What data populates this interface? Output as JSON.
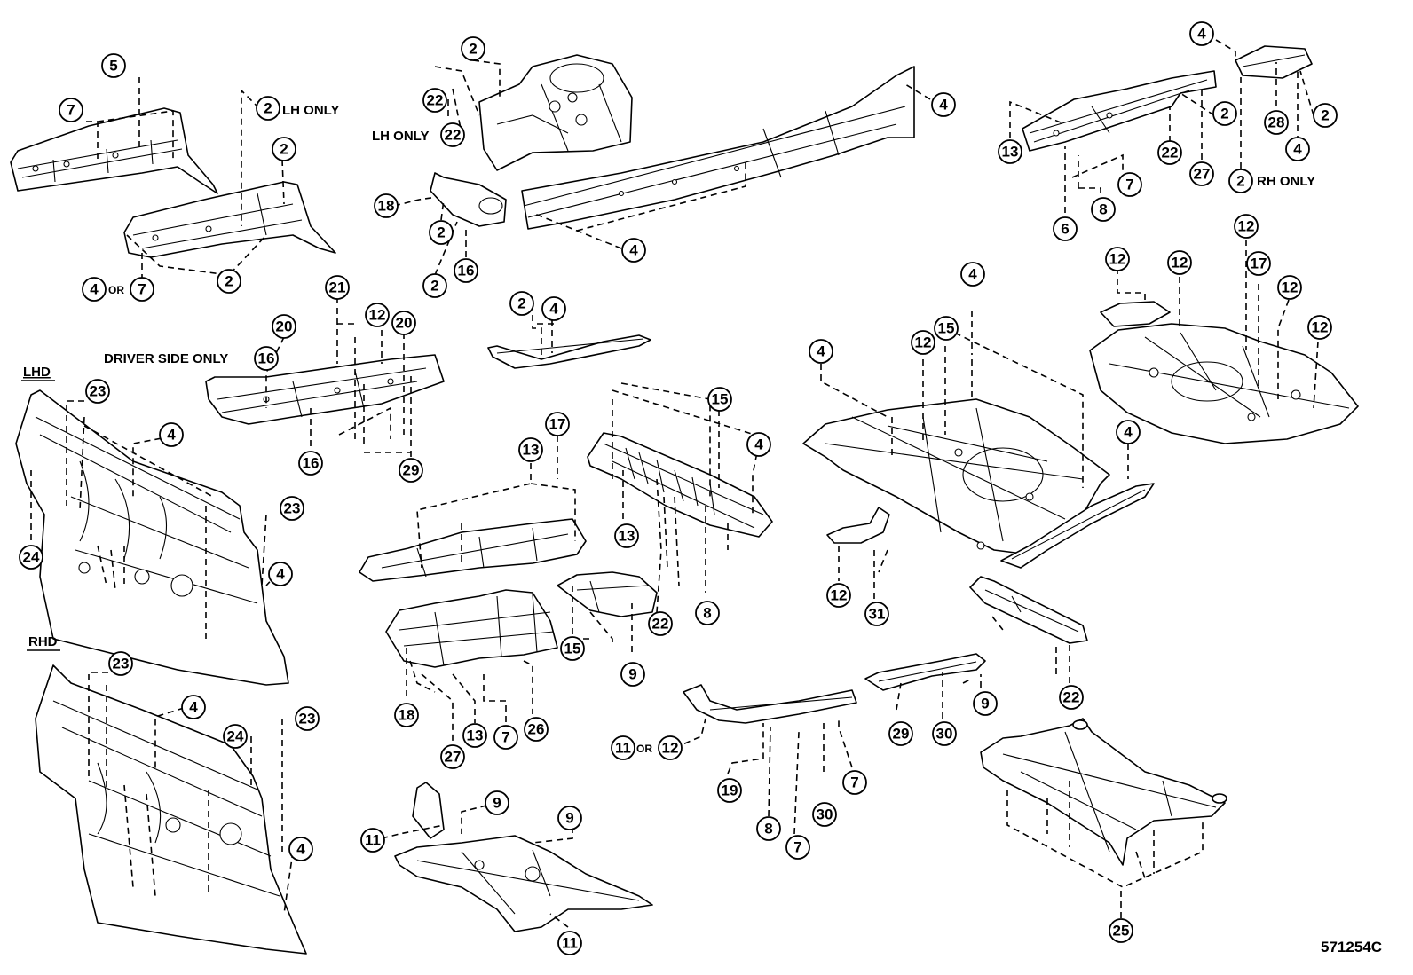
{
  "diagram": {
    "drawing_code": "571254C",
    "sections": {
      "lhd": "LHD",
      "rhd": "RHD"
    },
    "notes": {
      "lh_only_1": "LH ONLY",
      "lh_only_2": "LH ONLY",
      "rh_only": "RH ONLY",
      "driver_side_only": "DRIVER SIDE ONLY",
      "or_1": "OR",
      "or_2": "OR"
    },
    "callouts": {
      "c5a": "5",
      "c7a": "7",
      "c2a": "2",
      "c2b": "2",
      "c2c": "2",
      "c4a": "4",
      "c7b": "7",
      "c2d": "2",
      "c22a": "22",
      "c22b": "22",
      "c4b": "4",
      "c18a": "18",
      "c2e": "2",
      "c2f": "2",
      "c16a": "16",
      "c4c": "4",
      "c4d": "4",
      "c2g": "2",
      "c2h": "2",
      "c13a": "13",
      "c22c": "22",
      "c27a": "27",
      "c28": "28",
      "c4e": "4",
      "c2i": "2",
      "c7c": "7",
      "c8a": "8",
      "c6": "6",
      "c21": "21",
      "c20a": "20",
      "c12a": "12",
      "c20b": "20",
      "c16b": "16",
      "c16c": "16",
      "c29a": "29",
      "c2j": "2",
      "c4f": "4",
      "c23a": "23",
      "c4g": "4",
      "c24a": "24",
      "c23b": "23",
      "c4h": "4",
      "c23c": "23",
      "c4i": "4",
      "c24b": "24",
      "c23d": "23",
      "c4j": "4",
      "c17a": "17",
      "c13b": "13",
      "c15a": "15",
      "c4k": "4",
      "c13c": "13",
      "c22d": "22",
      "c8b": "8",
      "c15b": "15",
      "c9a": "9",
      "c18b": "18",
      "c27b": "27",
      "c13d": "13",
      "c7d": "7",
      "c26": "26",
      "c4l": "4",
      "c15c": "15",
      "c4m": "4",
      "c12b": "12",
      "c12c": "12",
      "c31": "31",
      "c4n": "4",
      "c12d": "12",
      "c12e": "12",
      "c12f": "12",
      "c17b": "17",
      "c12g": "12",
      "c12h": "12",
      "c22e": "22",
      "c9b": "9",
      "c29b": "29",
      "c30a": "30",
      "c11a": "11",
      "c12i": "12",
      "c19": "19",
      "c8c": "8",
      "c7e": "7",
      "c30b": "30",
      "c7f": "7",
      "c9c": "9",
      "c9d": "9",
      "c11b": "11",
      "c11c": "11",
      "c25": "25"
    }
  }
}
